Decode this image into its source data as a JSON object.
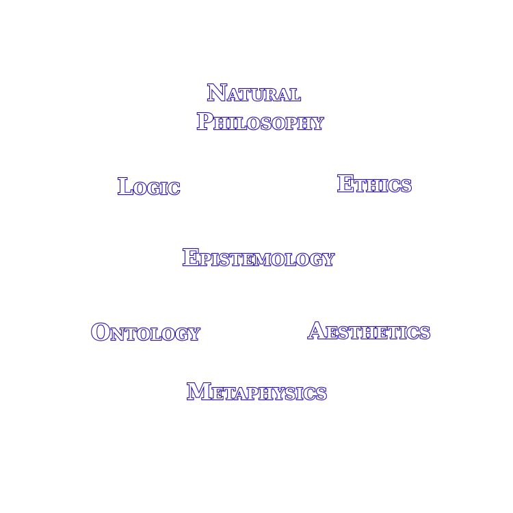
{
  "words": {
    "natural_philosophy_line1": "Natural",
    "natural_philosophy_line2": "Philosophy",
    "logic": "Logic",
    "ethics": "Ethics",
    "epistemology": "Epistemology",
    "ontology": "Ontology",
    "aesthetics": "Aesthetics",
    "metaphysics": "Metaphysics"
  },
  "colors": {
    "outline": "#2a0fb0",
    "fill": "#ffffff",
    "background": "#ffffff"
  }
}
